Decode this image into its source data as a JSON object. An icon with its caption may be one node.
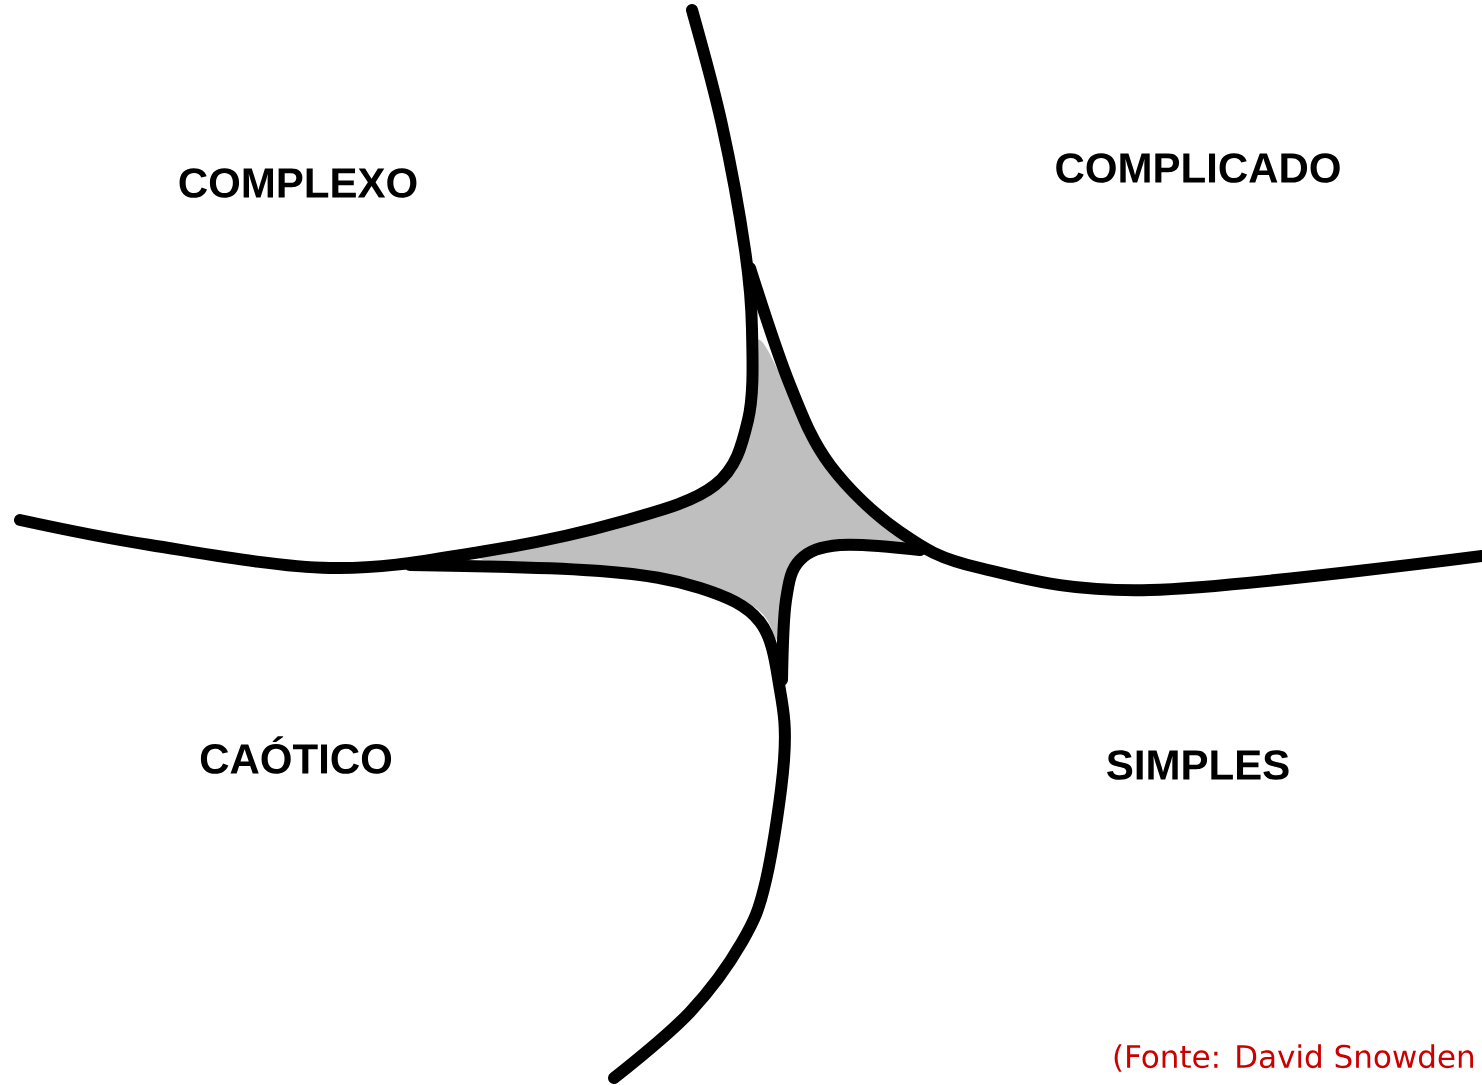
{
  "diagram": {
    "labels": [
      "COMPLEXO",
      "COMPLICADO",
      "CAÓTICO",
      "SIMPLES",
      "(Fonte: David Snowden"
    ]
  }
}
